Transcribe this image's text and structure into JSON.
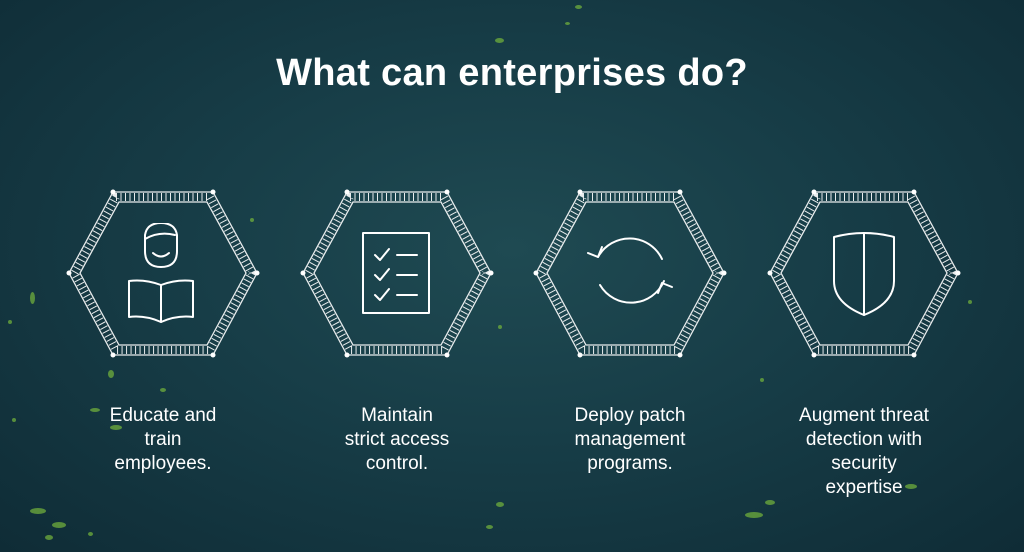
{
  "title": "What can enterprises do?",
  "items": [
    {
      "icon": "student-reading-icon",
      "label_lines": [
        "Educate and",
        "train",
        "employees."
      ]
    },
    {
      "icon": "checklist-icon",
      "label_lines": [
        "Maintain",
        "strict access",
        "control."
      ]
    },
    {
      "icon": "refresh-cycle-icon",
      "label_lines": [
        "Deploy patch",
        "management",
        "programs."
      ]
    },
    {
      "icon": "shield-icon",
      "label_lines": [
        "Augment threat",
        "detection with",
        "security",
        "expertise"
      ]
    }
  ],
  "colors": {
    "background": "#173d47",
    "text": "#ffffff",
    "accent": "#6fae3c"
  }
}
